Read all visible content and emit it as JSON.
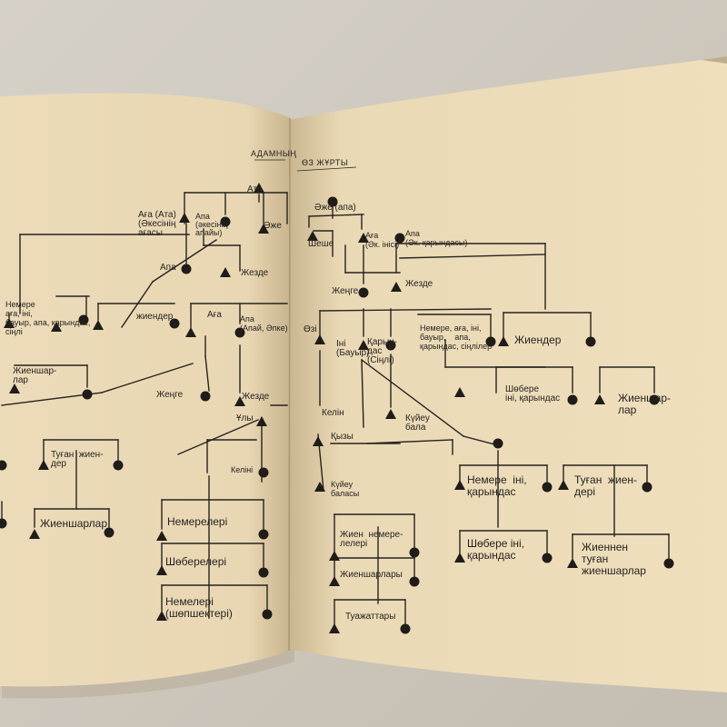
{
  "headers": {
    "left": "АДАМНЫҢ",
    "right": "ӨЗ ЖҰРТЫ"
  },
  "labels": {
    "ata": "Ата",
    "aga_ata": "Аға (Ата)\n(Әкесінің\nағасы",
    "apa_akesinin": "Апа\n(әкесінің\nапайы)",
    "azhe_left": "Әже",
    "apa_left": "Апа",
    "zhezde_top": "Жезде",
    "nemere_left": "Немере\nаға, іні,\nбауыр, апа, қарындас,\nсіңлі",
    "zhender_left": "жиендер",
    "aga_mid": "Аға",
    "apa_apai": "Апа\n(Апай, Әпке)",
    "zhiensharlar_left": "Жиеншар-\nлар",
    "zhenge_mid": "Жеңге",
    "zhezde_mid": "Жезде",
    "uly": "Ұлы",
    "tugan_zhender": "Туған  жиен-\nдер",
    "kelini": "Келіні",
    "zhiensharlar_low": "Жиеншарлар",
    "nemereleri": "Немерелері",
    "shobereleri": "Шөберелері",
    "nemeneleri": "Немелері\n(шөпшектері)",
    "azhe_apa": "Әже (апа)",
    "sheshe": "Шеше",
    "aga_ini": "Аға\n(Әк. інісі)",
    "apa_karyndasy": "Апа\n(Әк. қарындасы)",
    "zhenge_right": "Жеңге",
    "zhezde_right": "Жезде",
    "ozi": "Өзі",
    "nemere_right": "Немере, аға, іні,\nбауыр,    апа,\nқарындас, сіңлілер",
    "zhender_right": "Жиендер",
    "ini_bauyr": "Іні\n(Бауыр)",
    "karyndas_sinli": "Қарын-\nдас\n(Сіңлі)",
    "shobere_right": "Шөбере\nіні, қарындас",
    "zhiensharlar_right": "Жиеншар-\nлар",
    "kelin": "Келін",
    "kuieu_bala": "Күйеу\nбала",
    "kyzy": "Қызы",
    "kuieu_balasy": "Күйеу\nбаласы",
    "nemere_ini": "Немере  іні,\nқарындас",
    "tugan_zhender_right": "Туған  жиен-\nдері",
    "zhien_nemere": "Жиен  немере-\nлелері",
    "zhiensharlary": "Жиеншарлары",
    "shobere_ini": "Шөбере іні,\nқарындас",
    "zhiennen_tugan": "Жиеннен\nтуған\nжиеншарлар",
    "tuazhattary": "Туажаттары"
  }
}
